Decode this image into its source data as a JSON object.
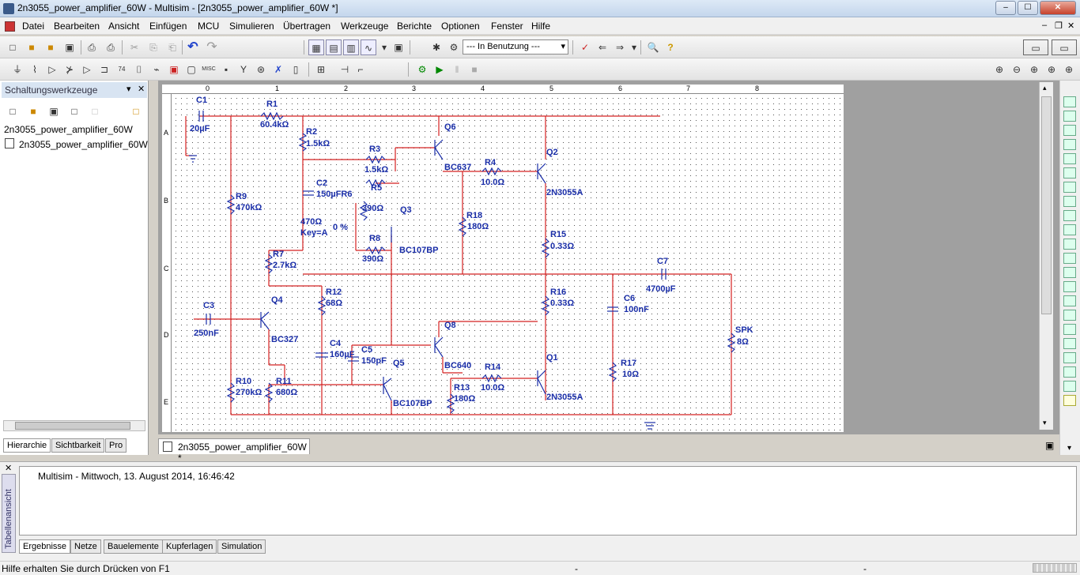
{
  "window": {
    "title": "2n3055_power_amplifier_60W - Multisim - [2n3055_power_amplifier_60W *]",
    "min": "–",
    "max": "☐",
    "close": "✕"
  },
  "menu": [
    "Datei",
    "Bearbeiten",
    "Ansicht",
    "Einfügen",
    "MCU",
    "Simulieren",
    "Übertragen",
    "Werkzeuge",
    "Berichte",
    "Optionen",
    "Fenster",
    "Hilfe"
  ],
  "toolbar": {
    "inuse_label": "--- In Benutzung ---"
  },
  "left_panel": {
    "title": "Schaltungswerkzeuge",
    "tree": [
      "2n3055_power_amplifier_60W",
      "2n3055_power_amplifier_60W"
    ],
    "tabs": [
      "Hierarchie",
      "Sichtbarkeit",
      "Pro"
    ]
  },
  "doc_tab": "2n3055_power_amplifier_60W *",
  "results": {
    "vertical_tab": "Tabellenansicht",
    "message": "Multisim  -  Mittwoch, 13. August 2014, 16:46:42",
    "tabs": [
      "Ergebnisse",
      "Netze",
      "Bauelemente",
      "Kupferlagen",
      "Simulation"
    ]
  },
  "status": {
    "text": "Hilfe erhalten Sie durch Drücken von F1",
    "sep1": "-",
    "sep2": "-"
  },
  "schematic": {
    "ruler_top": [
      "0",
      "1",
      "2",
      "3",
      "4",
      "5",
      "6",
      "7",
      "8"
    ],
    "ruler_left": [
      "A",
      "B",
      "C",
      "D",
      "E"
    ],
    "labels": [
      {
        "id": "c1",
        "text": "C1"
      },
      {
        "id": "c1v",
        "text": "20µF"
      },
      {
        "id": "r1",
        "text": "R1"
      },
      {
        "id": "r1v",
        "text": "60.4kΩ"
      },
      {
        "id": "r2",
        "text": "R2"
      },
      {
        "id": "r2v",
        "text": "1.5kΩ"
      },
      {
        "id": "r3",
        "text": "R3"
      },
      {
        "id": "r3v",
        "text": "1.5kΩ"
      },
      {
        "id": "q6",
        "text": "Q6"
      },
      {
        "id": "q6v",
        "text": "BC637"
      },
      {
        "id": "r4",
        "text": "R4"
      },
      {
        "id": "r4v",
        "text": "10.0Ω"
      },
      {
        "id": "q2",
        "text": "Q2"
      },
      {
        "id": "q2v",
        "text": "2N3055A"
      },
      {
        "id": "c2",
        "text": "C2"
      },
      {
        "id": "c2v",
        "text": "150µFR6"
      },
      {
        "id": "r5",
        "text": "R5"
      },
      {
        "id": "r5v",
        "text": "390Ω"
      },
      {
        "id": "q3",
        "text": "Q3"
      },
      {
        "id": "r9",
        "text": "R9"
      },
      {
        "id": "r9v",
        "text": "470kΩ"
      },
      {
        "id": "r6v",
        "text": "470Ω"
      },
      {
        "id": "r6k",
        "text": "Key=A"
      },
      {
        "id": "r6p",
        "text": "0 %"
      },
      {
        "id": "r8",
        "text": "R8"
      },
      {
        "id": "r8v",
        "text": "390Ω"
      },
      {
        "id": "q3v",
        "text": "BC107BP"
      },
      {
        "id": "r18",
        "text": "R18"
      },
      {
        "id": "r18v",
        "text": "180Ω"
      },
      {
        "id": "r15",
        "text": "R15"
      },
      {
        "id": "r15v",
        "text": "0.33Ω"
      },
      {
        "id": "r7",
        "text": "R7"
      },
      {
        "id": "r7v",
        "text": "2.7kΩ"
      },
      {
        "id": "c7",
        "text": "C7"
      },
      {
        "id": "c7v",
        "text": "4700µF"
      },
      {
        "id": "r12",
        "text": "R12"
      },
      {
        "id": "r12v",
        "text": "68Ω"
      },
      {
        "id": "q4",
        "text": "Q4"
      },
      {
        "id": "q4v",
        "text": "BC327"
      },
      {
        "id": "c3",
        "text": "C3"
      },
      {
        "id": "c3v",
        "text": "250nF"
      },
      {
        "id": "r16",
        "text": "R16"
      },
      {
        "id": "r16v",
        "text": "0.33Ω"
      },
      {
        "id": "c6",
        "text": "C6"
      },
      {
        "id": "c6v",
        "text": "100nF"
      },
      {
        "id": "q8",
        "text": "Q8"
      },
      {
        "id": "q8v",
        "text": "BC640"
      },
      {
        "id": "spk",
        "text": "SPK"
      },
      {
        "id": "spkv",
        "text": "8Ω"
      },
      {
        "id": "c4",
        "text": "C4"
      },
      {
        "id": "c4v",
        "text": "160µF"
      },
      {
        "id": "c5",
        "text": "C5"
      },
      {
        "id": "c5v",
        "text": "150pF"
      },
      {
        "id": "q5",
        "text": "Q5"
      },
      {
        "id": "q5v",
        "text": "BC107BP"
      },
      {
        "id": "r14",
        "text": "R14"
      },
      {
        "id": "r14v",
        "text": "10.0Ω"
      },
      {
        "id": "q1",
        "text": "Q1"
      },
      {
        "id": "q1v",
        "text": "2N3055A"
      },
      {
        "id": "r17",
        "text": "R17"
      },
      {
        "id": "r17v",
        "text": "10Ω"
      },
      {
        "id": "r10",
        "text": "R10"
      },
      {
        "id": "r10v",
        "text": "270kΩ"
      },
      {
        "id": "r11",
        "text": "R11"
      },
      {
        "id": "r11v",
        "text": "680Ω"
      },
      {
        "id": "r13",
        "text": "R13"
      },
      {
        "id": "r13v",
        "text": "180Ω"
      }
    ]
  },
  "icons": {
    "new": "□",
    "open": "■",
    "save": "▣",
    "print": "⎙",
    "cut": "✂",
    "copy": "⎘",
    "paste": "⎗",
    "undo": "↶",
    "redo": "↷",
    "run": "▶",
    "pause": "‖",
    "stop": "■",
    "zoomin": "⊕",
    "zoomout": "⊖",
    "help": "?"
  }
}
